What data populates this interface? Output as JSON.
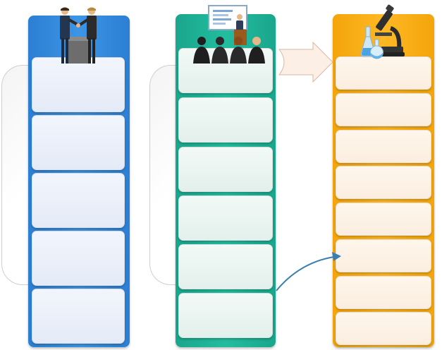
{
  "diagram": {
    "colors": {
      "column_1": "#3a8fe0",
      "column_2": "#20b598",
      "column_3": "#fbb01c",
      "box_1": "#e8eef8",
      "box_2": "#e8f3ef",
      "box_3": "#fdf1e4",
      "connector": "#3a7fb0",
      "block_arrow_fill": "#fcefe6",
      "block_arrow_stroke": "#d7b9a4"
    },
    "columns": [
      {
        "icon": "handshake-icon",
        "boxes": 5
      },
      {
        "icon": "presentation-icon",
        "boxes": 6
      },
      {
        "icon": "microscope-icon",
        "boxes": 8
      }
    ]
  }
}
